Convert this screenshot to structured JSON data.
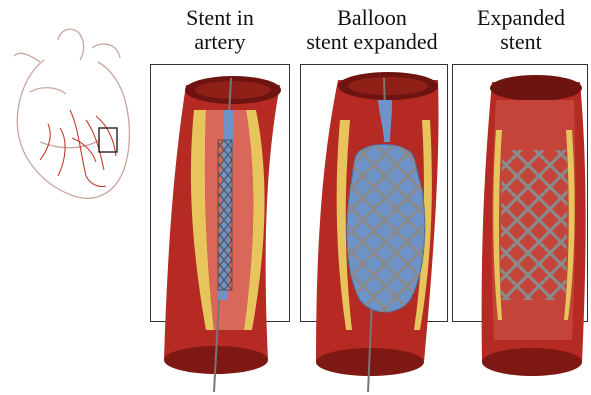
{
  "panels": [
    {
      "title_line1": "Stent in",
      "title_line2": "artery"
    },
    {
      "title_line1": "Balloon",
      "title_line2": "stent expanded"
    },
    {
      "title_line1": "Expanded",
      "title_line2": "stent"
    }
  ],
  "colors": {
    "artery_wall": "#b52a22",
    "artery_dark": "#6e1410",
    "artery_lumen": "#d9685a",
    "plaque": "#e7c45c",
    "balloon": "#6e93c8",
    "stent_mesh": "#8a8a8a",
    "catheter": "#777777",
    "heart_outline": "#c9a69f",
    "heart_vessels": "#c43a2c"
  }
}
